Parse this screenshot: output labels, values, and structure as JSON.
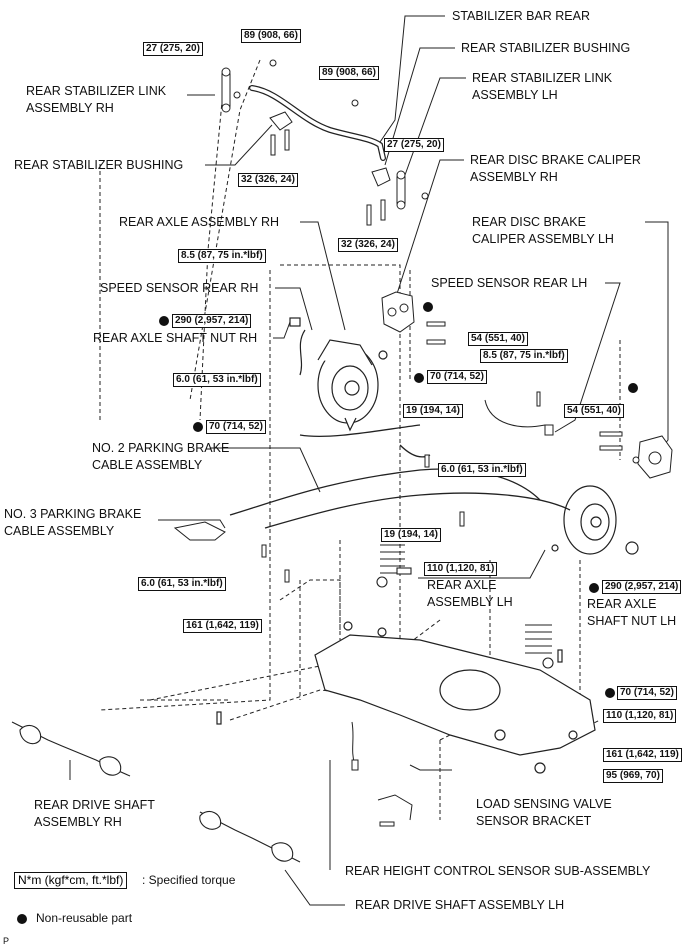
{
  "labels": {
    "stabilizer_bar_rear": "STABILIZER BAR REAR",
    "rear_stabilizer_bushing_top": "REAR STABILIZER BUSHING",
    "rear_stabilizer_link_lh": [
      "REAR STABILIZER LINK",
      "ASSEMBLY LH"
    ],
    "rear_stabilizer_link_rh": [
      "REAR STABILIZER LINK",
      "ASSEMBLY RH"
    ],
    "rear_stabilizer_bushing_left": "REAR STABILIZER BUSHING",
    "rear_disc_brake_caliper_rh": [
      "REAR DISC BRAKE CALIPER",
      "ASSEMBLY RH"
    ],
    "rear_disc_brake_caliper_lh": [
      "REAR DISC BRAKE",
      "CALIPER ASSEMBLY LH"
    ],
    "rear_axle_assembly_rh": "REAR AXLE ASSEMBLY RH",
    "speed_sensor_rear_rh": "SPEED SENSOR REAR RH",
    "speed_sensor_rear_lh": "SPEED SENSOR REAR LH",
    "rear_axle_shaft_nut_rh": "REAR AXLE SHAFT NUT RH",
    "no2_parking_brake_cable": [
      "NO. 2 PARKING BRAKE",
      "CABLE ASSEMBLY"
    ],
    "no3_parking_brake_cable": [
      "NO. 3 PARKING BRAKE",
      "CABLE ASSEMBLY"
    ],
    "rear_axle_assembly_lh": [
      "REAR AXLE",
      "ASSEMBLY LH"
    ],
    "rear_axle_shaft_nut_lh": [
      "REAR AXLE",
      "SHAFT NUT LH"
    ],
    "rear_drive_shaft_rh": [
      "REAR DRIVE SHAFT",
      "ASSEMBLY RH"
    ],
    "load_sensing_valve_bracket": [
      "LOAD SENSING VALVE",
      "SENSOR BRACKET"
    ],
    "rear_height_control_sensor": "REAR HEIGHT CONTROL SENSOR SUB-ASSEMBLY",
    "rear_drive_shaft_lh": "REAR DRIVE SHAFT ASSEMBLY LH"
  },
  "torques": {
    "t27_a": "27 (275, 20)",
    "t89_a": "89 (908, 66)",
    "t89_b": "89 (908, 66)",
    "t27_b": "27 (275, 20)",
    "t32_a": "32 (326, 24)",
    "t32_b": "32 (326, 24)",
    "t85_a": "8.5 (87, 75 in.*lbf)",
    "t290_a": "290 (2,957, 214)",
    "t54_a": "54 (551, 40)",
    "t85_b": "8.5 (87, 75 in.*lbf)",
    "t70_a": "70 (714, 52)",
    "t60_a": "6.0 (61, 53 in.*lbf)",
    "t70_b": "70 (714, 52)",
    "t19_a": "19 (194, 14)",
    "t54_b": "54 (551, 40)",
    "t60_b": "6.0 (61, 53 in.*lbf)",
    "t19_b": "19 (194, 14)",
    "t110_a": "110 (1,120, 81)",
    "t60_c": "6.0 (61, 53 in.*lbf)",
    "t290_b": "290 (2,957, 214)",
    "t161_a": "161 (1,642, 119)",
    "t70_c": "70 (714, 52)",
    "t110_b": "110 (1,120, 81)",
    "t161_b": "161 (1,642, 119)",
    "t95": "95 (969, 70)"
  },
  "legend": {
    "torque_box": "N*m (kgf*cm, ft.*lbf)",
    "torque_text": ": Specified torque",
    "non_reusable": "Non-reusable part"
  },
  "corner_mark": "P"
}
